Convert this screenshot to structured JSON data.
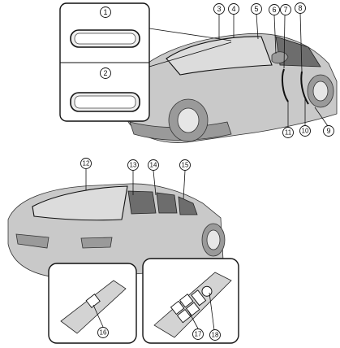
{
  "figure": {
    "callouts": [
      {
        "n": "1"
      },
      {
        "n": "2"
      },
      {
        "n": "3"
      },
      {
        "n": "4"
      },
      {
        "n": "5"
      },
      {
        "n": "6"
      },
      {
        "n": "7"
      },
      {
        "n": "8"
      },
      {
        "n": "9"
      },
      {
        "n": "10"
      },
      {
        "n": "11"
      },
      {
        "n": "12"
      },
      {
        "n": "13"
      },
      {
        "n": "14"
      },
      {
        "n": "15"
      },
      {
        "n": "16"
      },
      {
        "n": "17"
      },
      {
        "n": "18"
      }
    ]
  }
}
